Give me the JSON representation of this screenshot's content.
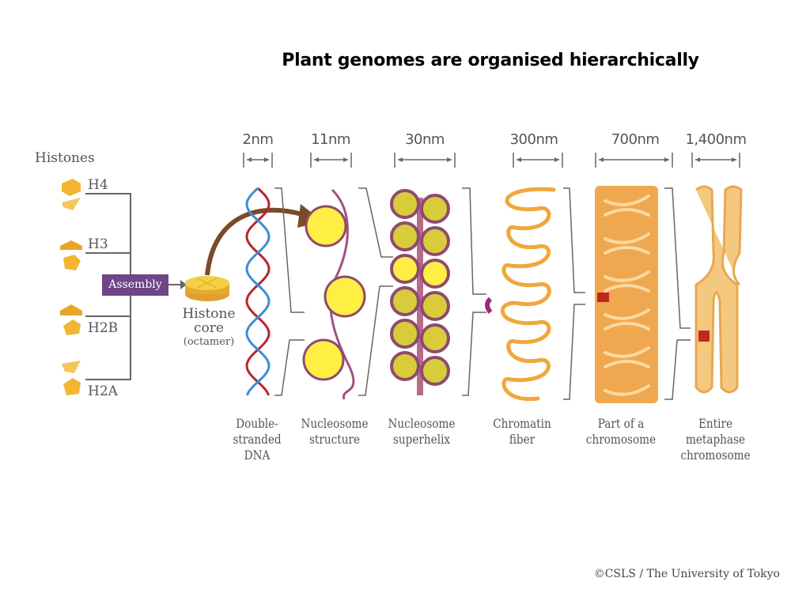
{
  "title": "Plant genomes are organised hierarchically",
  "histones": {
    "heading": "Histones",
    "items": [
      {
        "label": "H4"
      },
      {
        "label": "H3"
      },
      {
        "label": "H2B"
      },
      {
        "label": "H2A"
      }
    ],
    "assembly_label": "Assembly",
    "core_label": {
      "line1": "Histone",
      "line2": "core",
      "line3": "(octamer)"
    }
  },
  "scales": [
    {
      "label": "2nm"
    },
    {
      "label": "11nm"
    },
    {
      "label": "30nm"
    },
    {
      "label": "300nm"
    },
    {
      "label": "700nm"
    },
    {
      "label": "1,400nm"
    }
  ],
  "stages": [
    {
      "lines": [
        "Double-",
        "stranded",
        "DNA"
      ]
    },
    {
      "lines": [
        "Nucleosome",
        "structure"
      ]
    },
    {
      "lines": [
        "Nucleosome",
        "superhelix"
      ]
    },
    {
      "lines": [
        "Chromatin",
        "fiber"
      ]
    },
    {
      "lines": [
        "Part of a",
        "chromosome"
      ]
    },
    {
      "lines": [
        "Entire",
        "metaphase",
        "chromosome"
      ]
    }
  ],
  "colors": {
    "assembly_bg": "#6e4586",
    "histone_gold": "#f2b632",
    "dna_red": "#b5262b",
    "dna_blue": "#3a8fd6",
    "nucleosome_yellow": "#ffee44",
    "nucleosome_rim": "#8e4a70",
    "fiber_orange": "#f0a83a",
    "chromosome_orange": "#f0b060",
    "marker_red": "#c0281e",
    "arrow_brown": "#7a4a2a"
  },
  "copyright": "©CSLS / The University of Tokyo"
}
